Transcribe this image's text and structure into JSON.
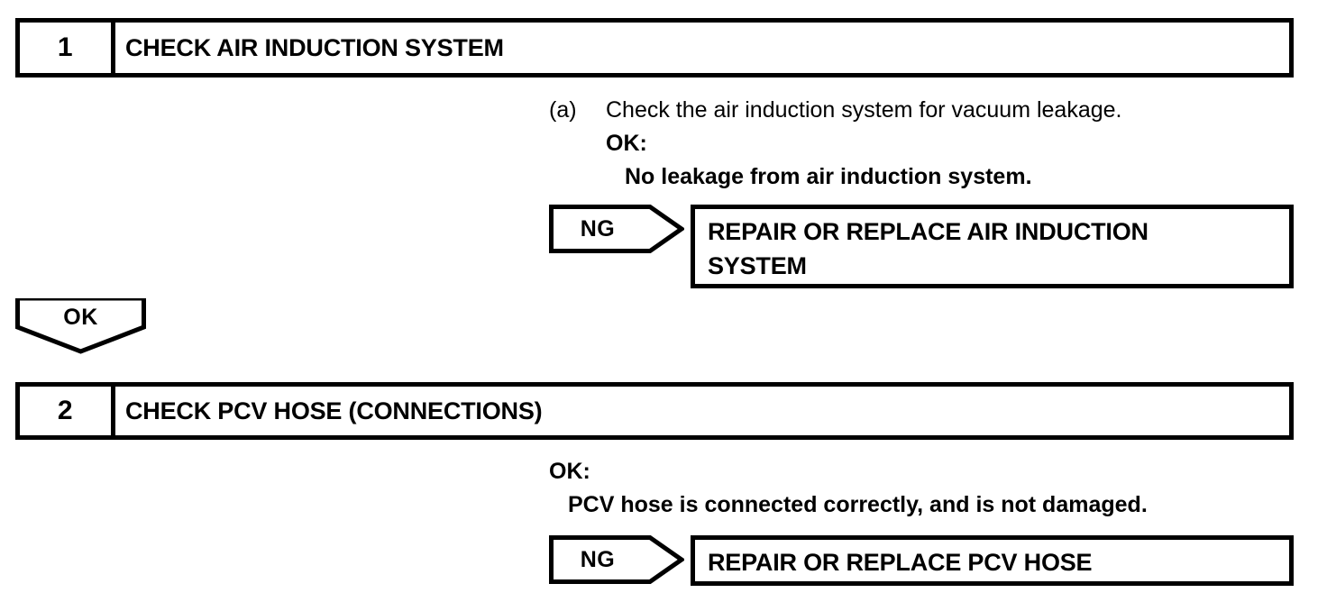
{
  "document": {
    "type": "troubleshooting-flowchart",
    "colors": {
      "ink": "#000000",
      "paper": "#ffffff"
    }
  },
  "steps": [
    {
      "number": "1",
      "title": "CHECK AIR INDUCTION SYSTEM",
      "body": {
        "item_marker": "(a)",
        "instruction": "Check the air induction system for vacuum leakage.",
        "ok_label": "OK:",
        "ok_criteria": "No leakage from air induction system."
      },
      "ng_branch": {
        "arrow_label": "NG",
        "result_lines": [
          "REPAIR OR REPLACE AIR INDUCTION",
          "SYSTEM"
        ]
      }
    },
    {
      "number": "2",
      "title": "CHECK PCV HOSE (CONNECTIONS)",
      "body": {
        "item_marker": "",
        "instruction": "",
        "ok_label": "OK:",
        "ok_criteria": "PCV hose is connected correctly, and is not damaged."
      },
      "ng_branch": {
        "arrow_label": "NG",
        "result_lines": [
          "REPAIR OR REPLACE PCV HOSE"
        ]
      }
    }
  ],
  "connectors": [
    {
      "label": "OK",
      "direction": "down"
    }
  ]
}
